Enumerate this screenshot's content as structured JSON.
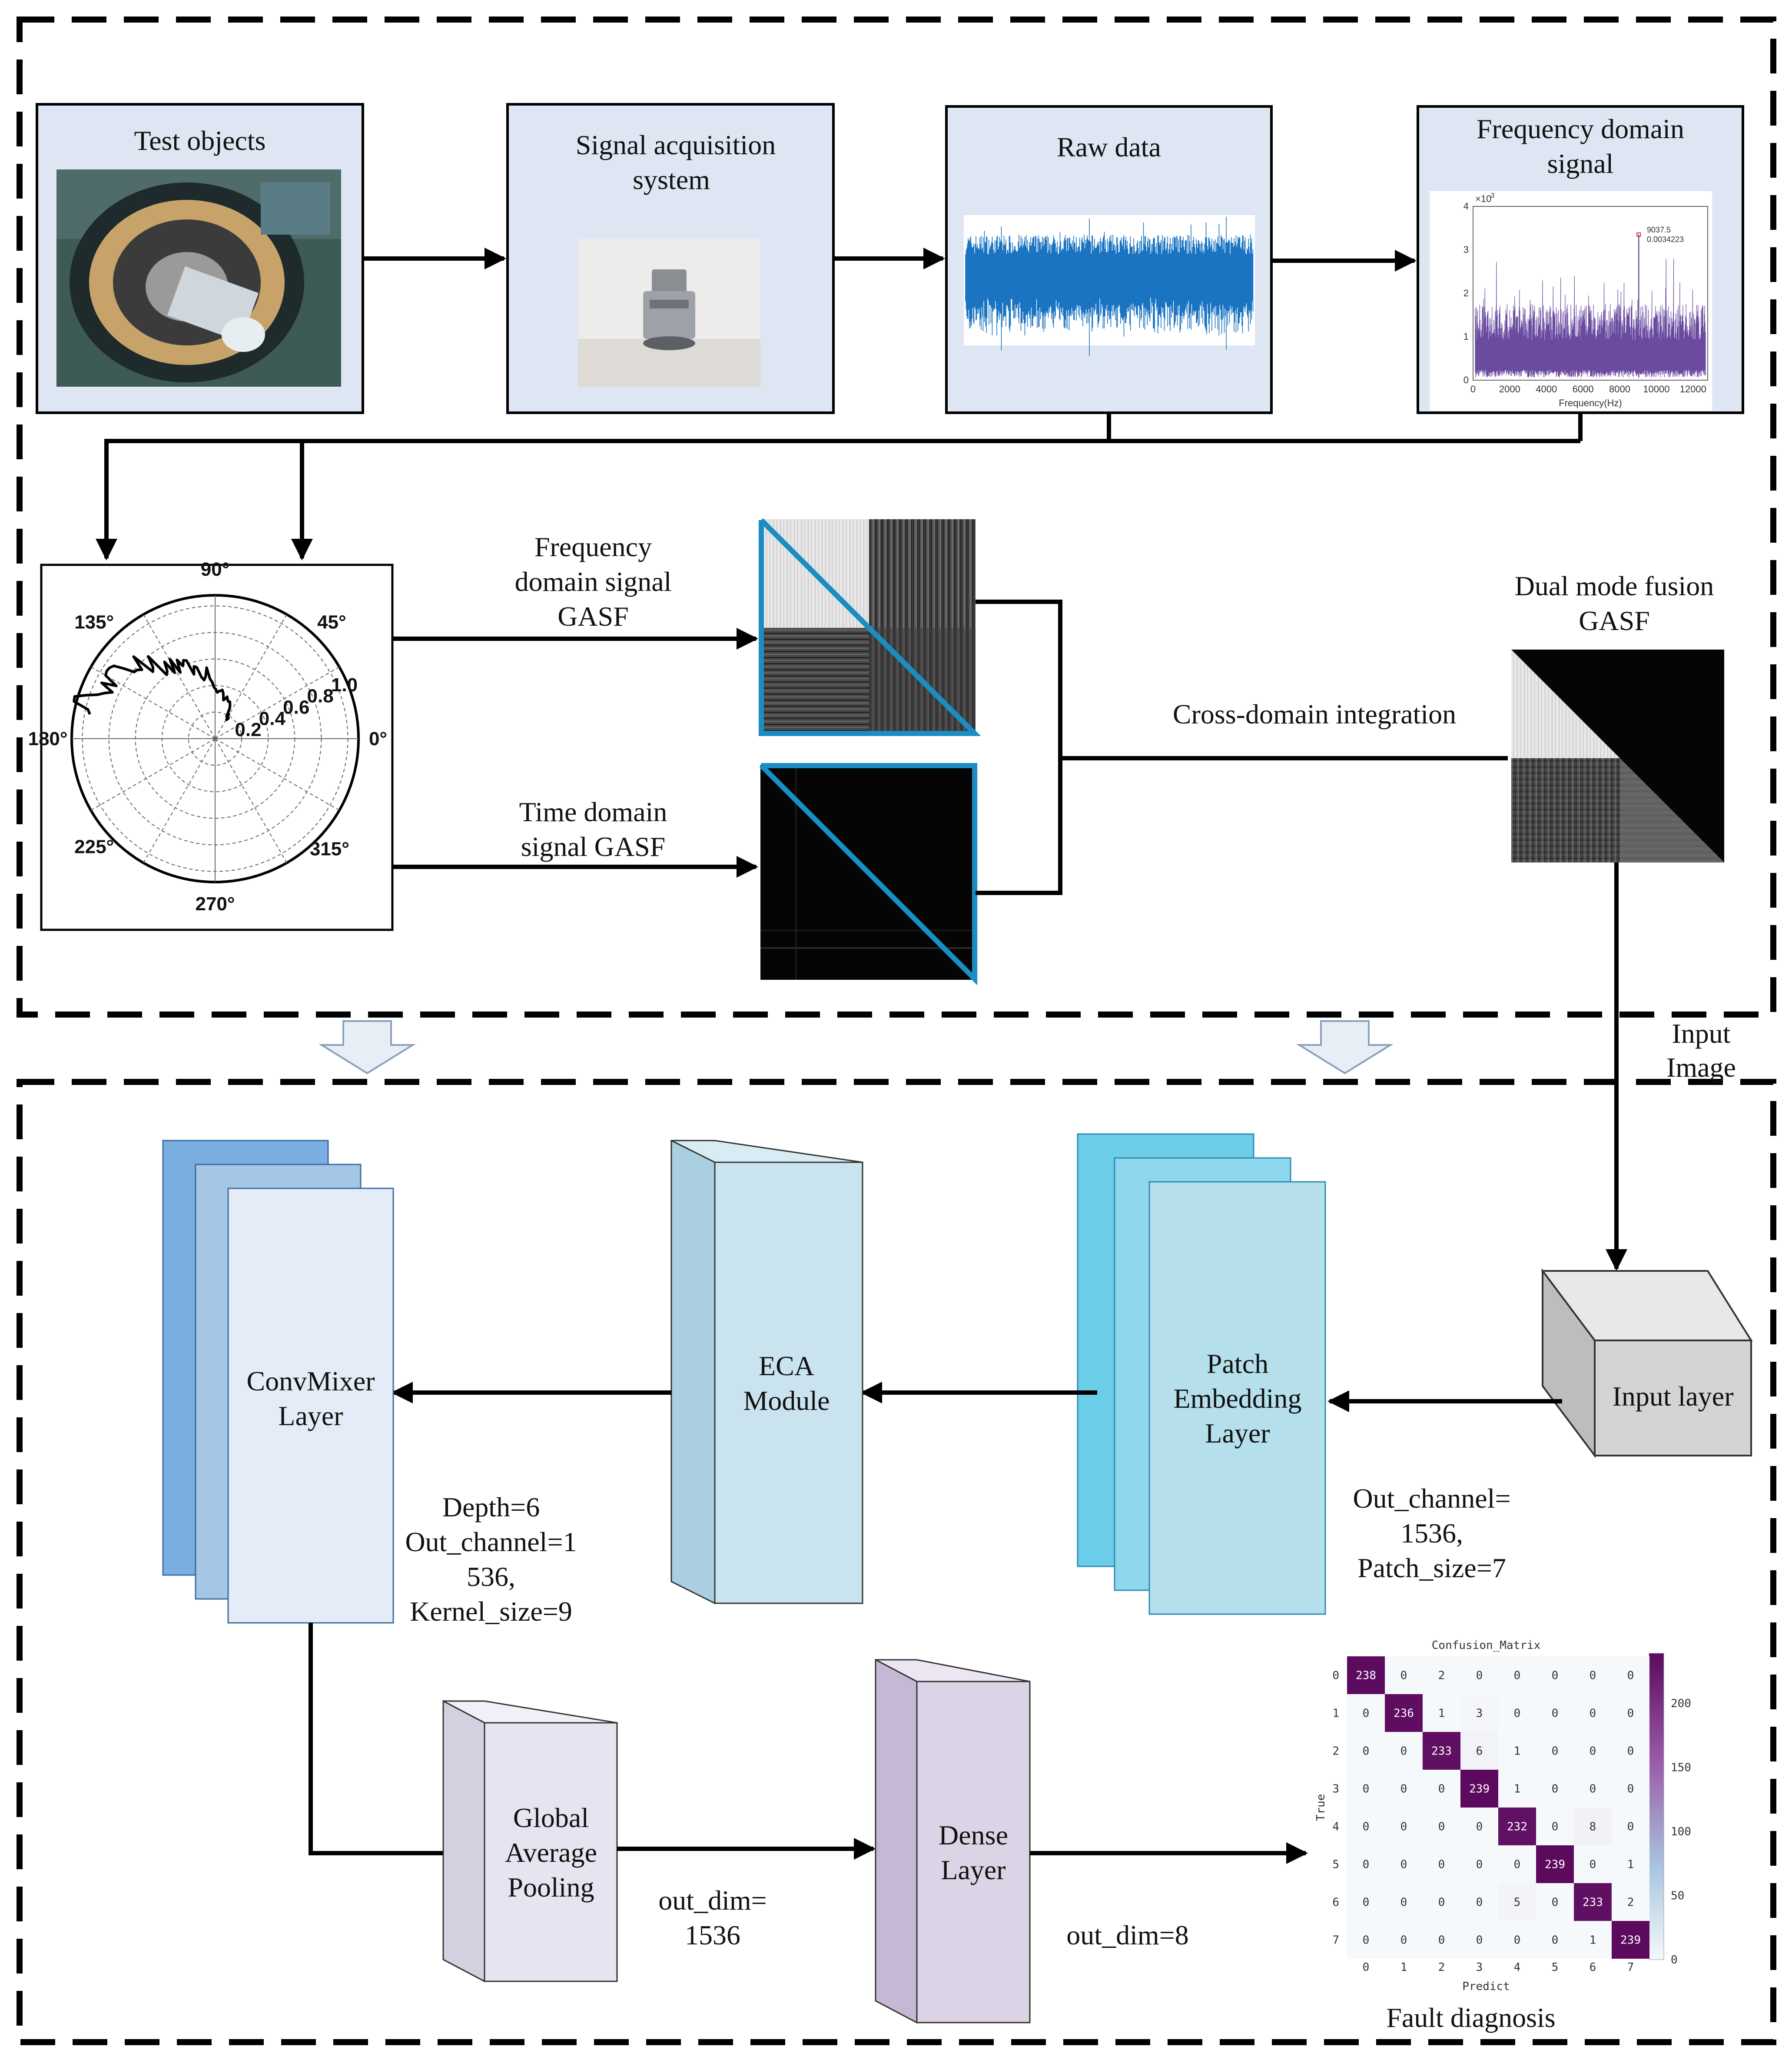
{
  "top": {
    "test_objects": "Test objects",
    "signal_acq": [
      "Signal acquisition",
      "system"
    ],
    "raw_data": "Raw data",
    "freq_signal": [
      "Frequency domain",
      "signal"
    ],
    "freq_plot": {
      "exponent": "×10",
      "exp_sup": "-3",
      "y_ticks": [
        "0",
        "1",
        "2",
        "3",
        "4"
      ],
      "x_ticks": [
        "0",
        "2000",
        "4000",
        "6000",
        "8000",
        "10000",
        "12000"
      ],
      "xlabel": "Frequency(Hz)",
      "peak_x": "9037.5",
      "peak_y": "0.0034223"
    },
    "polar": {
      "angles": [
        "90°",
        "45°",
        "0°",
        "315°",
        "270°",
        "225°",
        "180°",
        "135°"
      ],
      "radii": [
        "0.2",
        "0.4",
        "0.6",
        "0.8",
        "1.0"
      ]
    },
    "freq_gasf": [
      "Frequency",
      "domain signal",
      "GASF"
    ],
    "time_gasf": [
      "Time domain",
      "signal GASF"
    ],
    "cross_domain": "Cross-domain integration",
    "dual_mode": [
      "Dual mode fusion",
      "GASF"
    ],
    "input_image": [
      "Input",
      "Image"
    ]
  },
  "bottom": {
    "input_layer": "Input layer",
    "patch": [
      "Patch",
      "Embedding",
      "Layer"
    ],
    "patch_params": [
      "Out_channel=",
      "1536,",
      "Patch_size=7"
    ],
    "eca": [
      "ECA",
      "Module"
    ],
    "convmixer": [
      "ConvMixer",
      "Layer"
    ],
    "conv_params": [
      "Depth=6",
      "Out_channel=1",
      "536,",
      "Kernel_size=9"
    ],
    "gap": [
      "Global",
      "Average",
      "Pooling"
    ],
    "gap_out": [
      "out_dim=",
      "1536"
    ],
    "dense": [
      "Dense",
      "Layer"
    ],
    "dense_out": "out_dim=8",
    "fault": "Fault diagnosis"
  },
  "confusion": {
    "title": "Confusion_Matrix",
    "xlabel": "Predict",
    "ylabel": "True",
    "labels": [
      "0",
      "1",
      "2",
      "3",
      "4",
      "5",
      "6",
      "7"
    ],
    "colorbar_ticks": [
      "200",
      "150",
      "100",
      "50",
      "0"
    ],
    "vmax": 239,
    "matrix": [
      [
        238,
        0,
        2,
        0,
        0,
        0,
        0,
        0
      ],
      [
        0,
        236,
        1,
        3,
        0,
        0,
        0,
        0
      ],
      [
        0,
        0,
        233,
        6,
        1,
        0,
        0,
        0
      ],
      [
        0,
        0,
        0,
        239,
        1,
        0,
        0,
        0
      ],
      [
        0,
        0,
        0,
        0,
        232,
        0,
        8,
        0
      ],
      [
        0,
        0,
        0,
        0,
        0,
        239,
        0,
        1
      ],
      [
        0,
        0,
        0,
        0,
        5,
        0,
        233,
        2
      ],
      [
        0,
        0,
        0,
        0,
        0,
        0,
        1,
        239
      ]
    ]
  },
  "colors": {
    "panel": "#dde6f2",
    "convmixer": "#7aaee0",
    "patch": "#6ccde9",
    "eca": "#c9e3ef",
    "gap": "#e6e4f0",
    "dense": "#dcd4e6",
    "input_box": "#d4d4d4",
    "signal": "#1a74c2",
    "spectrum": "#6a4ba0",
    "triangle": "#1b8cc4",
    "cm_max": "#5c0a5e"
  }
}
